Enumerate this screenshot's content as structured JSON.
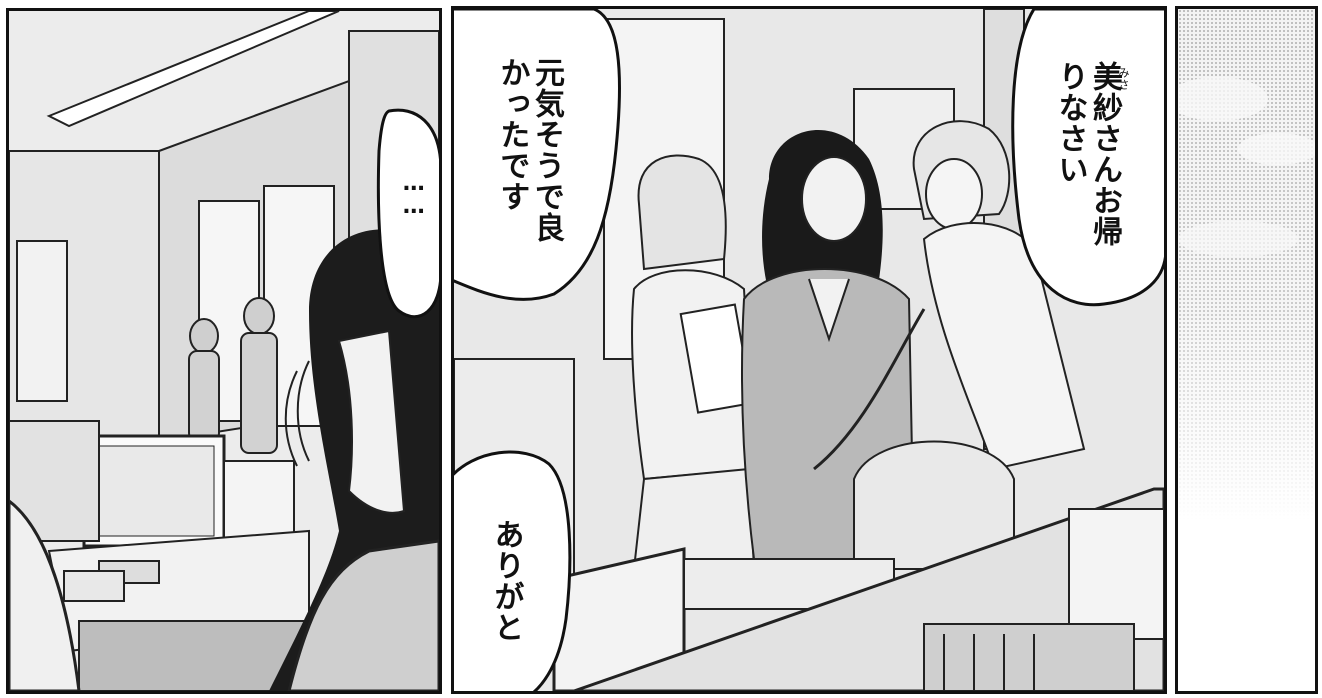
{
  "panels": [
    {
      "id": "left",
      "bubbles": [
        {
          "text": "……"
        }
      ]
    },
    {
      "id": "middle",
      "bubbles": [
        {
          "text": "元気そうで良かったです"
        },
        {
          "text": "美紗さんお帰りなさい",
          "ruby": "みさ"
        },
        {
          "text": "ありがと"
        }
      ]
    },
    {
      "id": "right",
      "bubbles": []
    }
  ],
  "colors": {
    "ink": "#111111",
    "paper": "#ffffff",
    "screentone": "#d9d9d9"
  }
}
